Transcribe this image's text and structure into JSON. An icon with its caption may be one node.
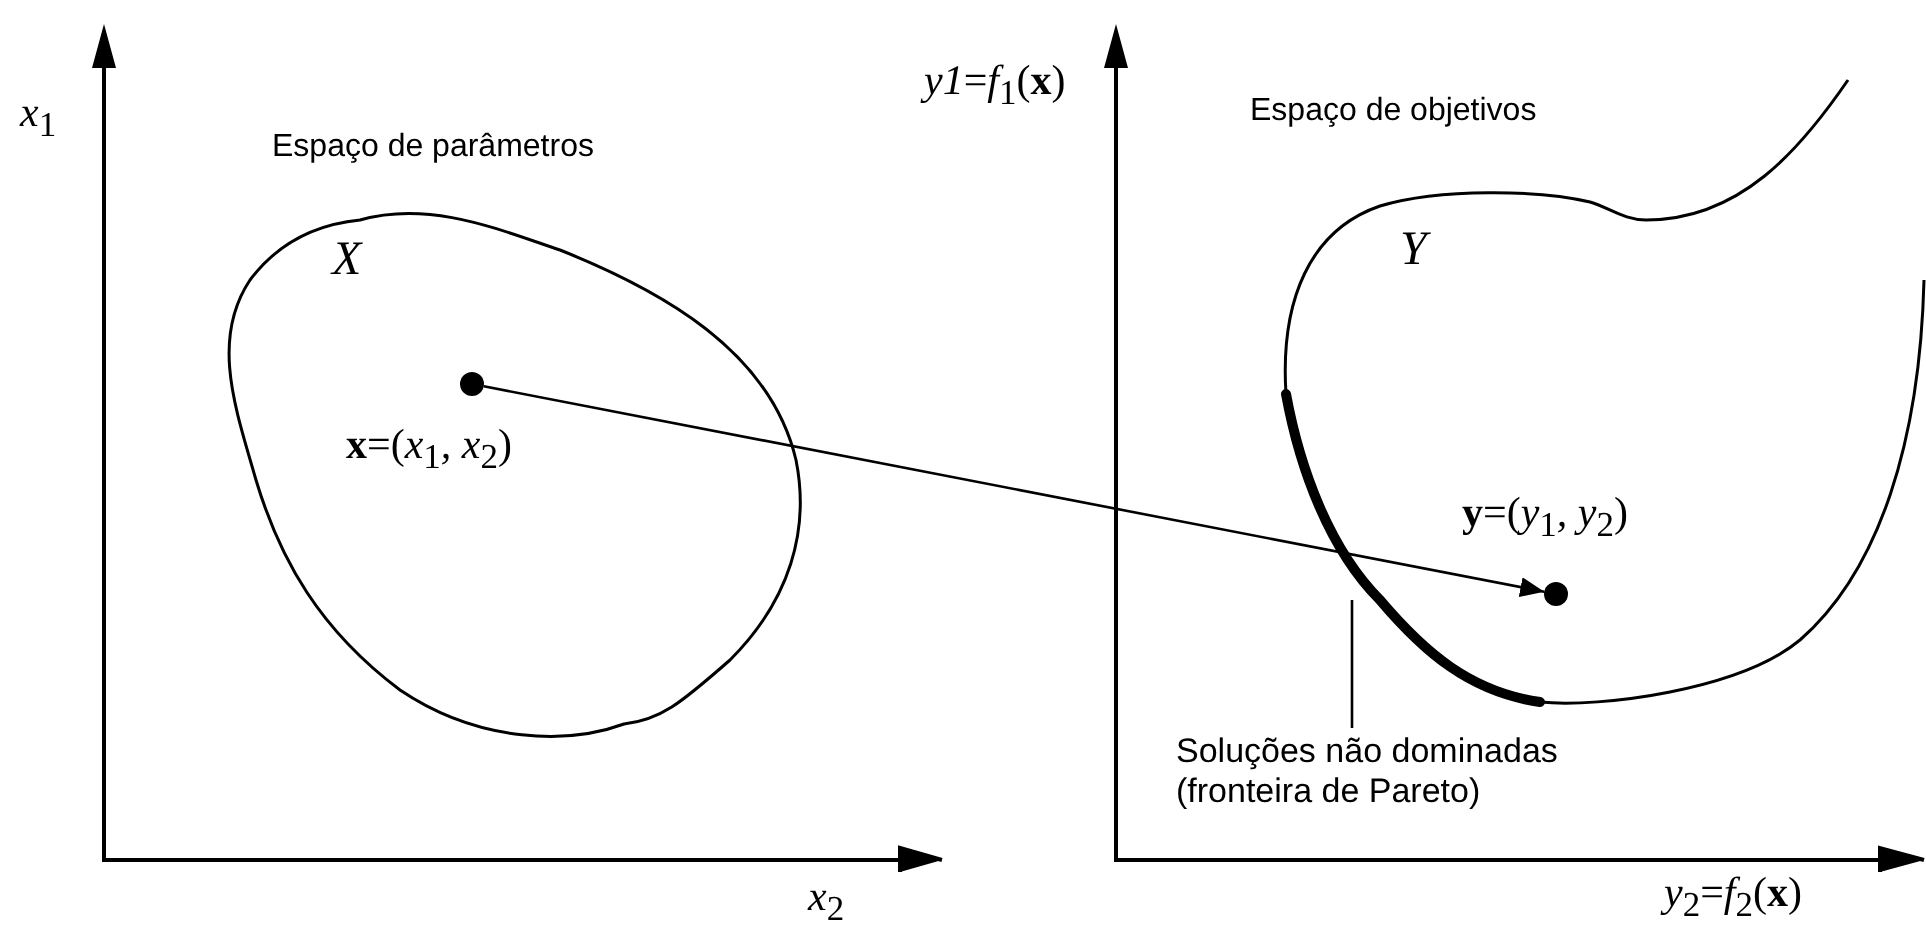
{
  "diagram": {
    "nodes": [
      {
        "text": [
          "X"
        ]
      },
      {
        "text": [],
        "shape": "circle",
        "in": 0,
        "beside": [
          "**x**=(*x*$_{1}$*, x*$_{2}$)"
        ]
      },
      {
        "text": [
          "Y"
        ]
      },
      {
        "text": [],
        "shape": "circle",
        "in": 2
      },
      {
        "text": [
          "Soluções não dominadas (fronteira de Pareto)"
        ]
      }
    ],
    "edges": [
      {
        "from": 1,
        "to": 3,
        "arrow": "to"
      },
      {
        "from": 4,
        "to": null,
        "arrow": "none"
      }
    ],
    "labels": [
      "*x*$_{1}$",
      "Espaço de parâmetros",
      "*y1*=*f*$_{1}$(**x**)",
      "Espaço de objetivos",
      "**y**=(*y*$_{1}$*, y*$_{2}$)",
      "*x*$_{2}$",
      "*y*$_{2}$=*f*$_{2}$(**x**)"
    ]
  }
}
